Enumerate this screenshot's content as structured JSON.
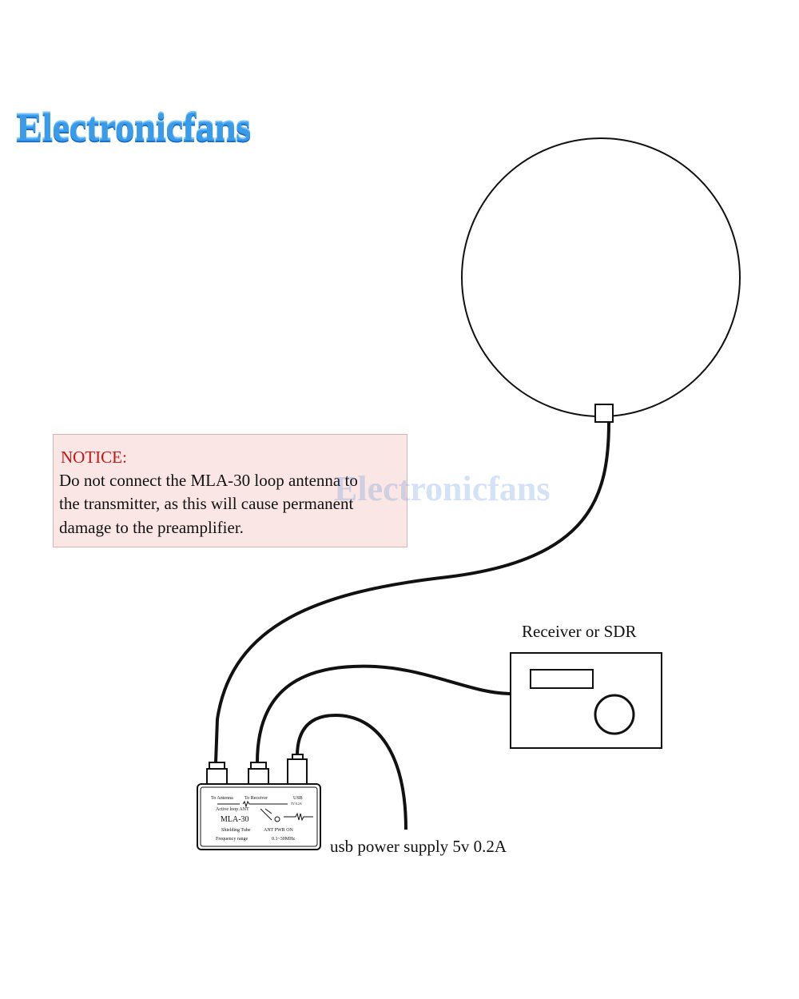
{
  "brand": {
    "text": "Electronicfans",
    "color": "#3a9be8"
  },
  "watermark": {
    "text": "Electronicfans"
  },
  "notice": {
    "title": "NOTICE:",
    "lines": [
      "Do not connect the MLA-30 loop antenna to",
      "the transmitter, as this will cause permanent",
      "damage to the preamplifier."
    ],
    "title_color": "#cc1111",
    "background": "#fbe6e6"
  },
  "receiver": {
    "label": "Receiver or SDR"
  },
  "usb": {
    "label": "usb power supply 5v 0.2A"
  },
  "device": {
    "model": "MLA-30",
    "port_antenna": "To Antenna",
    "port_receiver": "To Receiver",
    "port_usb": "USB",
    "port_usb_sub": "5V 0.2A",
    "line_loop": "Active loop ANT",
    "line_short": "Shielding Tube",
    "line_freq": "Frequency range",
    "line_switch": "ANT PWR ON",
    "line_range": "0.1~30MHz"
  }
}
